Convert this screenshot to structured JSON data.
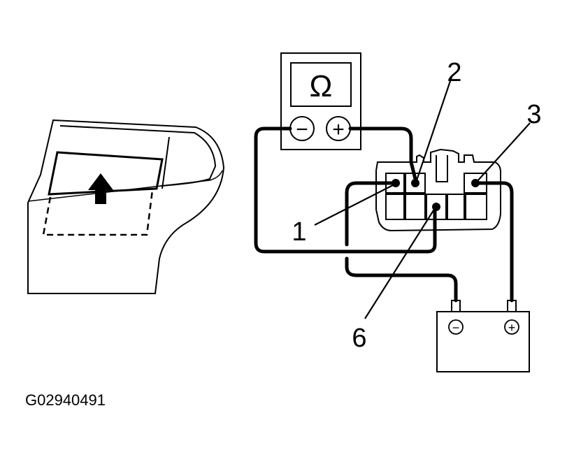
{
  "figure_id": "G02940491",
  "callouts": {
    "pin1": "1",
    "pin2": "2",
    "pin3": "3",
    "pin6": "6"
  },
  "meter": {
    "symbol": "Ω",
    "neg": "−",
    "pos": "+"
  },
  "battery": {
    "neg": "−",
    "pos": "+"
  },
  "colors": {
    "ink": "#000000",
    "paper": "#ffffff"
  }
}
